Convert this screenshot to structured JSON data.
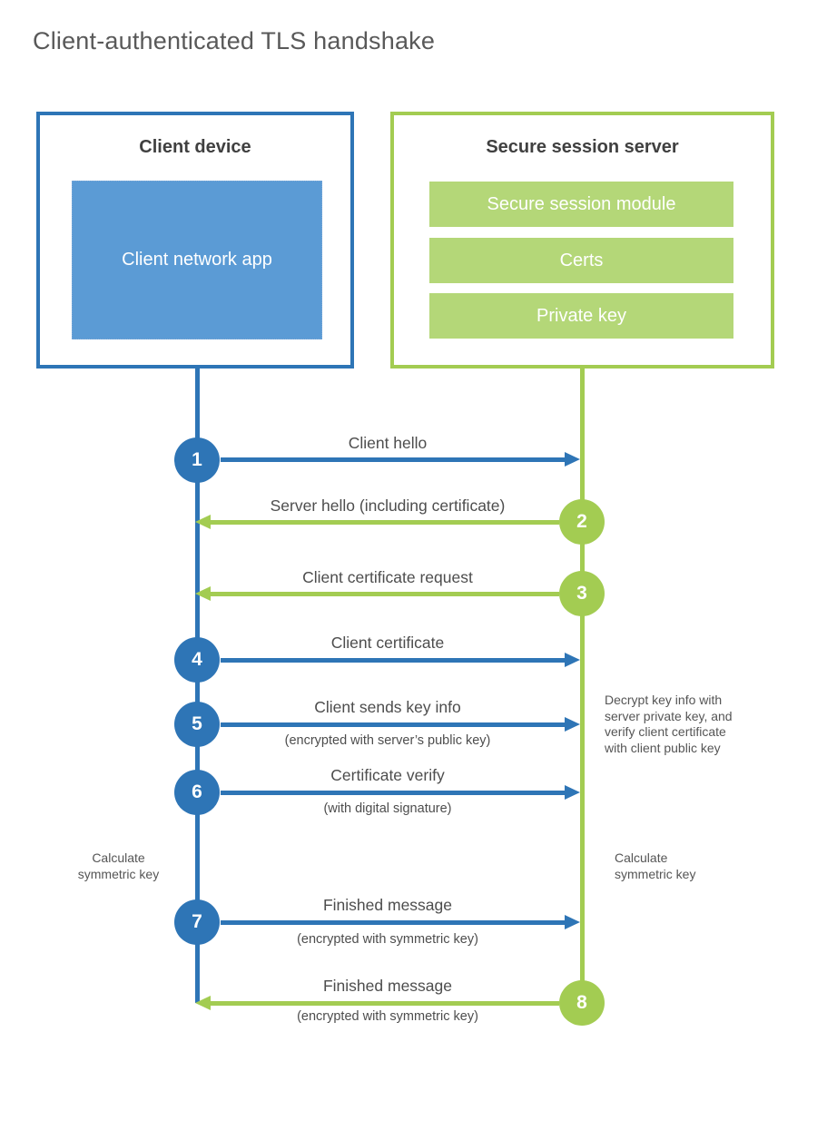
{
  "title": "Client-authenticated TLS handshake",
  "colors": {
    "blue": "#2e75b6",
    "blue_fill": "#5b9bd5",
    "green": "#a3cc52",
    "green_fill": "#b4d778"
  },
  "client": {
    "title": "Client device",
    "app_label": "Client network app"
  },
  "server": {
    "title": "Secure session server",
    "modules": [
      "Secure session module",
      "Certs",
      "Private key"
    ]
  },
  "steps": [
    {
      "number": "1",
      "label": "Client hello",
      "direction": "right"
    },
    {
      "number": "2",
      "label": "Server hello (including certificate)",
      "direction": "left"
    },
    {
      "number": "3",
      "label": "Client certificate request",
      "direction": "left"
    },
    {
      "number": "4",
      "label": "Client certificate",
      "direction": "right"
    },
    {
      "number": "5",
      "label": "Client sends key info",
      "sublabel": "(encrypted with server’s public key)",
      "direction": "right"
    },
    {
      "number": "6",
      "label": "Certificate verify",
      "sublabel": "(with digital signature)",
      "direction": "right"
    },
    {
      "number": "7",
      "label": "Finished message",
      "sublabel": "(encrypted with symmetric key)",
      "direction": "right"
    },
    {
      "number": "8",
      "label": "Finished message",
      "sublabel": "(encrypted with symmetric key)",
      "direction": "left"
    }
  ],
  "notes": {
    "decrypt": "Decrypt key info with\nserver private key, and\nverify client certificate\nwith client public key",
    "calc_left": "Calculate\nsymmetric key",
    "calc_right": "Calculate\nsymmetric key"
  }
}
